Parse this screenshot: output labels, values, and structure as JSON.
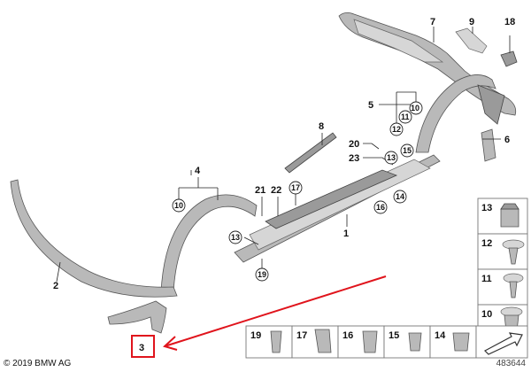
{
  "callouts": {
    "c1": "1",
    "c2": "2",
    "c3": "3",
    "c4": "4",
    "c5": "5",
    "c6": "6",
    "c7": "7",
    "c8": "8",
    "c9": "9",
    "c10a": "10",
    "c10b": "10",
    "c11": "11",
    "c12": "12",
    "c13a": "13",
    "c13b": "13",
    "c14": "14",
    "c15": "15",
    "c16": "16",
    "c17": "17",
    "c18": "18",
    "c19": "19",
    "c20": "20",
    "c21": "21",
    "c22": "22",
    "c23": "23"
  },
  "legend_side": [
    "13",
    "12",
    "11",
    "10"
  ],
  "legend_bottom": [
    "19",
    "17",
    "16",
    "15",
    "14"
  ],
  "highlight": {
    "label": "3",
    "color": "#e0141c"
  },
  "footer": {
    "copyright": "© 2019 BMW AG",
    "ref_code": "483644"
  }
}
